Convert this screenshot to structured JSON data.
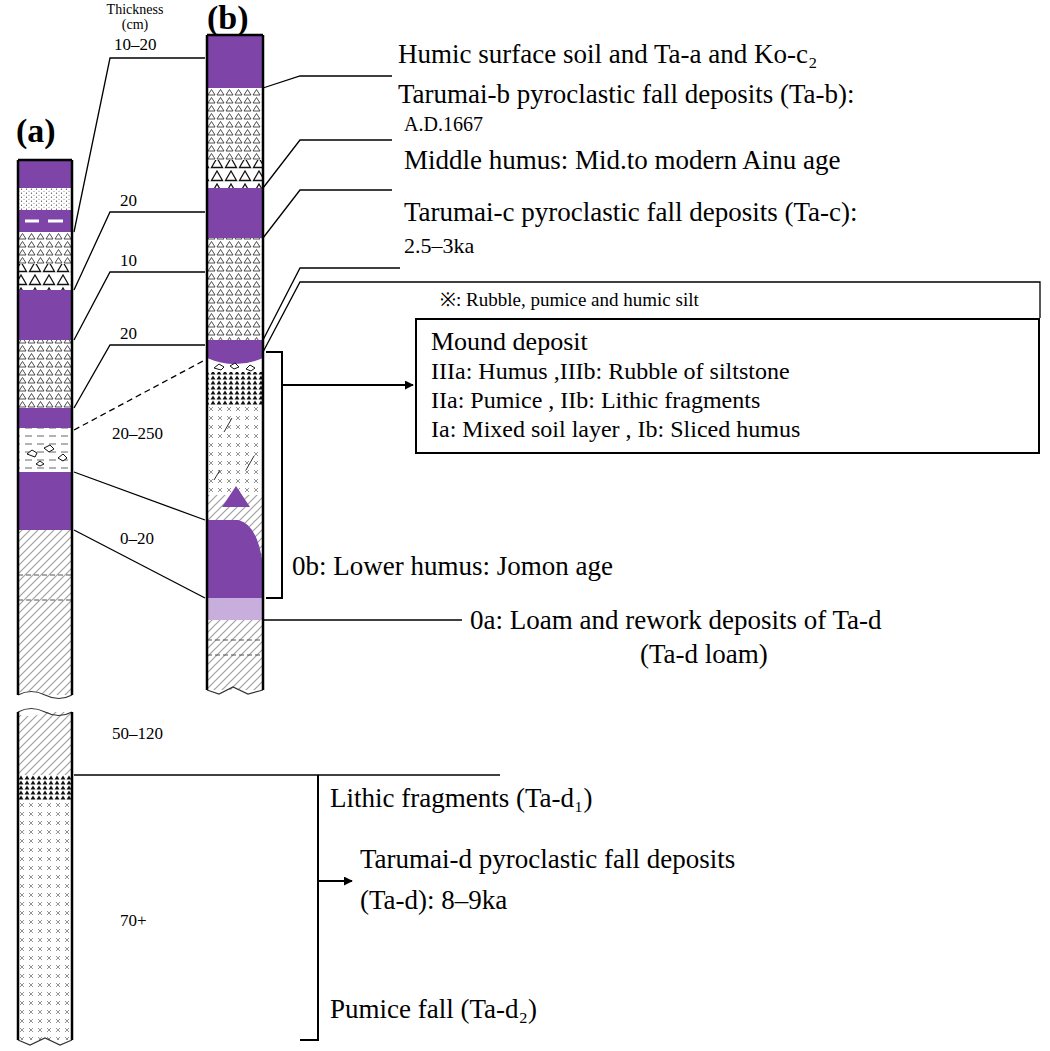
{
  "diagram": {
    "nodes": [
      {
        "text": [
          "Mound deposit",
          "IIIa: Humus ,IIIb: Rubble of siltstone",
          "IIa: Pumice , IIb: Lithic fragments",
          "Ia: Mixed soil layer , Ib: Sliced humus"
        ]
      }
    ],
    "labels": [
      "(a)",
      "(b)",
      "Thickness (cm)",
      "10–20",
      "20",
      "10",
      "20",
      "20–250",
      "0–20",
      "50–120",
      "70+",
      "Humic surface soil and Ta-a and Ko-c₂",
      "Tarumai-b pyroclastic fall deposits (Ta-b):",
      "A.D.1667",
      "Middle humus: Mid.to modern Ainu age",
      "Tarumai-c pyroclastic fall deposits (Ta-c):",
      "2.5–3ka",
      "※: Rubble, pumice and humic silt",
      "0b: Lower humus: Jomon age",
      "0a: Loam and rework deposits of Ta-d",
      "(Ta-d loam)",
      "Lithic fragments (Ta-d₁)",
      "Tarumai-d pyroclastic fall deposits",
      "(Ta-d): 8–9ka",
      "Pumice fall (Ta-d₂)"
    ]
  }
}
